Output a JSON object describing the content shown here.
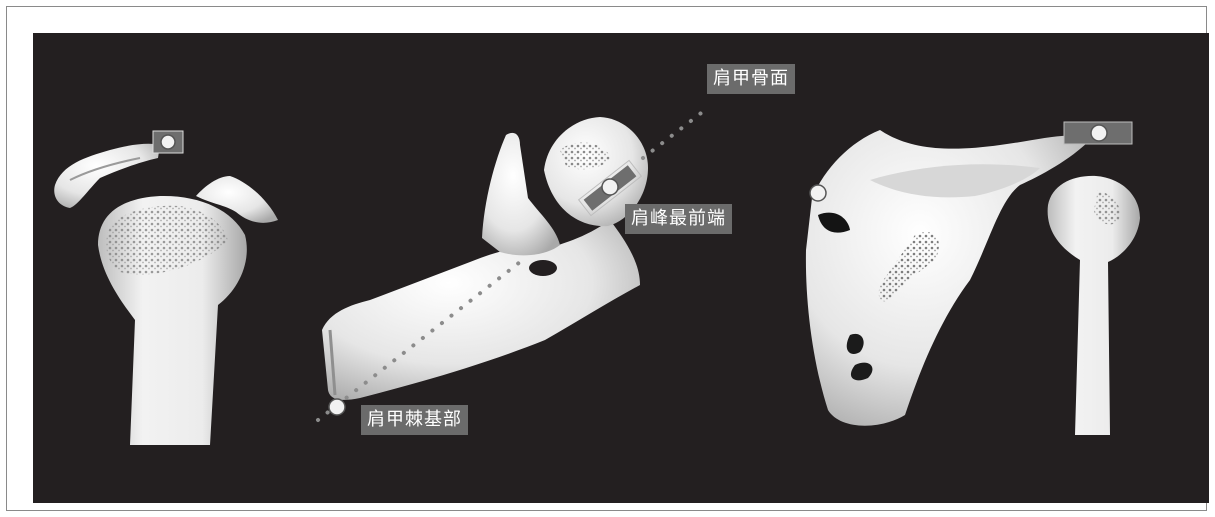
{
  "labels": {
    "scapular_plane": "肩甲骨面",
    "acromion_tip": "肩峰最前端",
    "spine_base": "肩甲棘基部"
  },
  "colors": {
    "background": "#231f20",
    "bone": "#eeeeee",
    "bone_shadow": "#b9b9b9",
    "label_box": "#6b6b6b",
    "marker": "#6e6e6e",
    "dots": "#8c8c8c"
  }
}
